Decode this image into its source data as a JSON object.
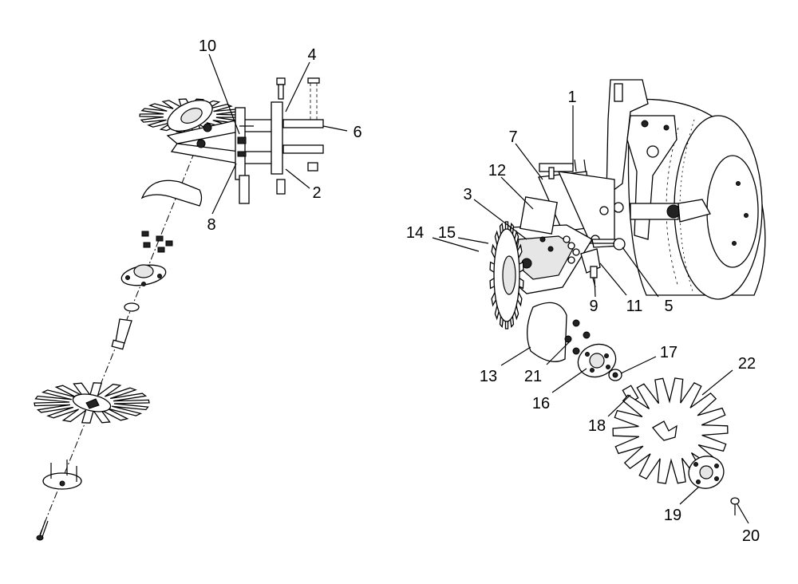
{
  "callouts": {
    "c1": "1",
    "c2": "2",
    "c3": "3",
    "c4": "4",
    "c5": "5",
    "c6": "6",
    "c7": "7",
    "c8": "8",
    "c9": "9",
    "c10": "10",
    "c11": "11",
    "c12": "12",
    "c13": "13",
    "c14": "14",
    "c15": "15",
    "c16": "16",
    "c17": "17",
    "c18": "18",
    "c19": "19",
    "c20": "20",
    "c21": "21",
    "c22": "22"
  },
  "colors": {
    "line": "#000000",
    "background": "#ffffff",
    "shade": "#e6e6e6"
  }
}
